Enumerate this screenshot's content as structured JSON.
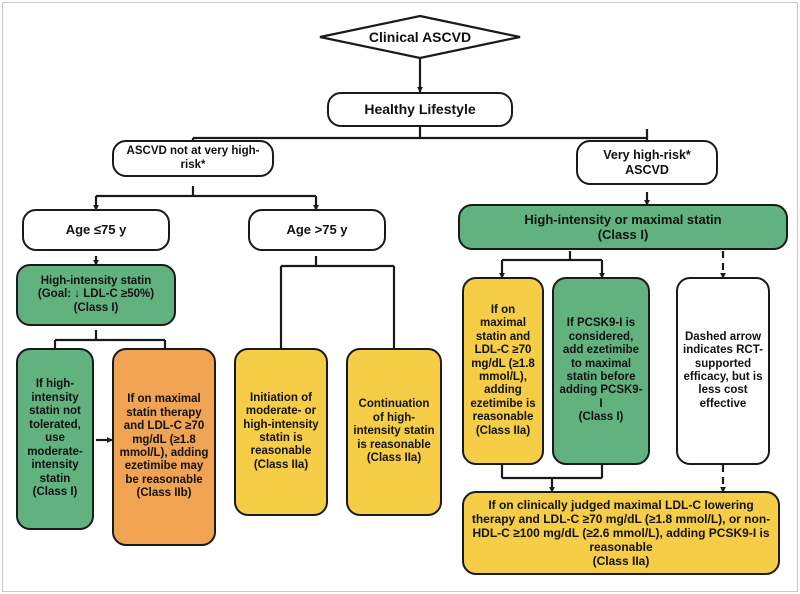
{
  "figure": {
    "type": "flowchart",
    "title": "Clinical ASCVD cholesterol management algorithm",
    "colors": {
      "green": "#62b280",
      "yellow": "#f6cd46",
      "orange": "#f0a352",
      "white": "#ffffff",
      "outline": "#1a1a1a",
      "frame": "#c9c9c9"
    }
  },
  "nodes": {
    "clinical_ascvd": "Clinical ASCVD",
    "healthy_lifestyle": "Healthy Lifestyle",
    "not_very_high_risk": "ASCVD not at very high-risk*",
    "very_high_risk": "Very high-risk*\nASCVD",
    "age_le_75": "Age ≤75 y",
    "age_gt_75": "Age >75 y",
    "high_intensity_statin": "High-intensity statin\n(Goal: ↓ LDL-C ≥50%)\n(Class I)",
    "not_tolerated": "If high-intensity statin not tolerated, use moderate-intensity statin\n(Class I)",
    "maximal_statin_ezetimibe_iib": "If on maximal statin therapy and LDL-C ≥70 mg/dL (≥1.8 mmol/L), adding ezetimibe may be reasonable\n(Class IIb)",
    "initiation_moderate_high": "Initiation of moderate- or high-intensity statin is reasonable\n(Class IIa)",
    "continuation_high": "Continuation of high-intensity statin is reasonable\n(Class IIa)",
    "high_or_maximal_statin": "High-intensity or maximal statin\n(Class I)",
    "maximal_statin_ezetimibe_iia": "If on maximal statin and LDL-C ≥70 mg/dL (≥1.8 mmol/L), adding ezetimibe is reasonable\n(Class IIa)",
    "pcsk9_considered": "If PCSK9-I is considered, add ezetimibe to maximal statin before adding PCSK9-I\n(Class I)",
    "dashed_legend": "Dashed arrow indicates RCT-supported efficacy, but is less cost effective",
    "pcsk9_reasonable": "If on clinically judged maximal LDL-C lowering therapy and LDL-C ≥70 mg/dL (≥1.8 mmol/L), or non-HDL-C ≥100 mg/dL (≥2.6 mmol/L), adding PCSK9-I is reasonable\n(Class IIa)"
  },
  "edges": [
    {
      "from": "clinical_ascvd",
      "to": "healthy_lifestyle",
      "style": "solid"
    },
    {
      "from": "healthy_lifestyle",
      "to": "not_very_high_risk",
      "style": "solid"
    },
    {
      "from": "healthy_lifestyle",
      "to": "very_high_risk",
      "style": "solid"
    },
    {
      "from": "not_very_high_risk",
      "to": "age_le_75",
      "style": "solid"
    },
    {
      "from": "not_very_high_risk",
      "to": "age_gt_75",
      "style": "solid"
    },
    {
      "from": "age_le_75",
      "to": "high_intensity_statin",
      "style": "solid"
    },
    {
      "from": "high_intensity_statin",
      "to": "not_tolerated",
      "style": "solid"
    },
    {
      "from": "high_intensity_statin",
      "to": "maximal_statin_ezetimibe_iib",
      "style": "solid"
    },
    {
      "from": "not_tolerated",
      "to": "maximal_statin_ezetimibe_iib",
      "style": "solid"
    },
    {
      "from": "age_gt_75",
      "to": "initiation_moderate_high",
      "style": "solid"
    },
    {
      "from": "age_gt_75",
      "to": "continuation_high",
      "style": "solid"
    },
    {
      "from": "very_high_risk",
      "to": "high_or_maximal_statin",
      "style": "solid"
    },
    {
      "from": "high_or_maximal_statin",
      "to": "maximal_statin_ezetimibe_iia",
      "style": "solid"
    },
    {
      "from": "high_or_maximal_statin",
      "to": "pcsk9_considered",
      "style": "solid"
    },
    {
      "from": "high_or_maximal_statin",
      "to": "dashed_legend",
      "style": "dashed"
    },
    {
      "from": "maximal_statin_ezetimibe_iia",
      "to": "pcsk9_reasonable",
      "style": "solid"
    },
    {
      "from": "pcsk9_considered",
      "to": "pcsk9_reasonable",
      "style": "solid"
    },
    {
      "from": "dashed_legend",
      "to": "pcsk9_reasonable",
      "style": "dashed"
    }
  ]
}
